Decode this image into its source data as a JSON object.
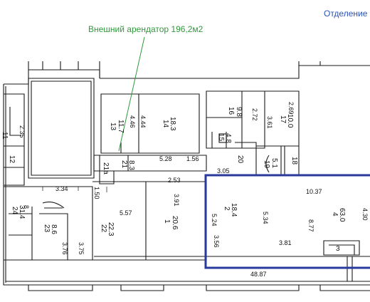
{
  "annotations": {
    "tenant_label": "Внешний арендатор 196,2м2",
    "department_label": "Отделение"
  },
  "colors": {
    "tenant": "#2e9a3a",
    "department": "#2a52b5",
    "highlight": "#2a3a9c",
    "lines": "#1a1a1a"
  },
  "rooms": [
    {
      "id": "r13",
      "number": "13",
      "area": "11.7"
    },
    {
      "id": "r14",
      "number": "14",
      "area": "18.3"
    },
    {
      "id": "r16",
      "number": "16",
      "area": "9.8"
    },
    {
      "id": "r15",
      "number": "15",
      "area": "4.8"
    },
    {
      "id": "r17",
      "number": "17",
      "area": "10.0"
    },
    {
      "id": "r11",
      "number": "11",
      "area": ""
    },
    {
      "id": "r12",
      "number": "12",
      "area": ""
    },
    {
      "id": "r21a",
      "number": "21а",
      "area": ""
    },
    {
      "id": "r21",
      "number": "21",
      "area": "8.3"
    },
    {
      "id": "r20",
      "number": "20",
      "area": ""
    },
    {
      "id": "r19",
      "number": "19",
      "area": "5.1"
    },
    {
      "id": "r18",
      "number": "18",
      "area": ""
    },
    {
      "id": "r24",
      "number": "24",
      "area": "31.4"
    },
    {
      "id": "r23",
      "number": "23",
      "area": "8.6"
    },
    {
      "id": "r22",
      "number": "22",
      "area": "22.3"
    },
    {
      "id": "r1",
      "number": "1",
      "area": "20.6"
    },
    {
      "id": "r2",
      "number": "2",
      "area": "18.4"
    },
    {
      "id": "r4",
      "number": "4",
      "area": "63.0"
    },
    {
      "id": "r3",
      "number": "3",
      "area": ""
    }
  ],
  "dimensions": [
    "4.46",
    "4.44",
    "2.72",
    "3.61",
    "2.69",
    "2.35",
    "5.28",
    "1.56",
    "3.05",
    "3.34",
    "1.50",
    "5.57",
    "2.53",
    "3.91",
    "5.24",
    "3.56",
    "5.34",
    "3.81",
    "8.77",
    "10.37",
    "4.30",
    "3.76",
    "3.75",
    "48.87",
    "8"
  ]
}
